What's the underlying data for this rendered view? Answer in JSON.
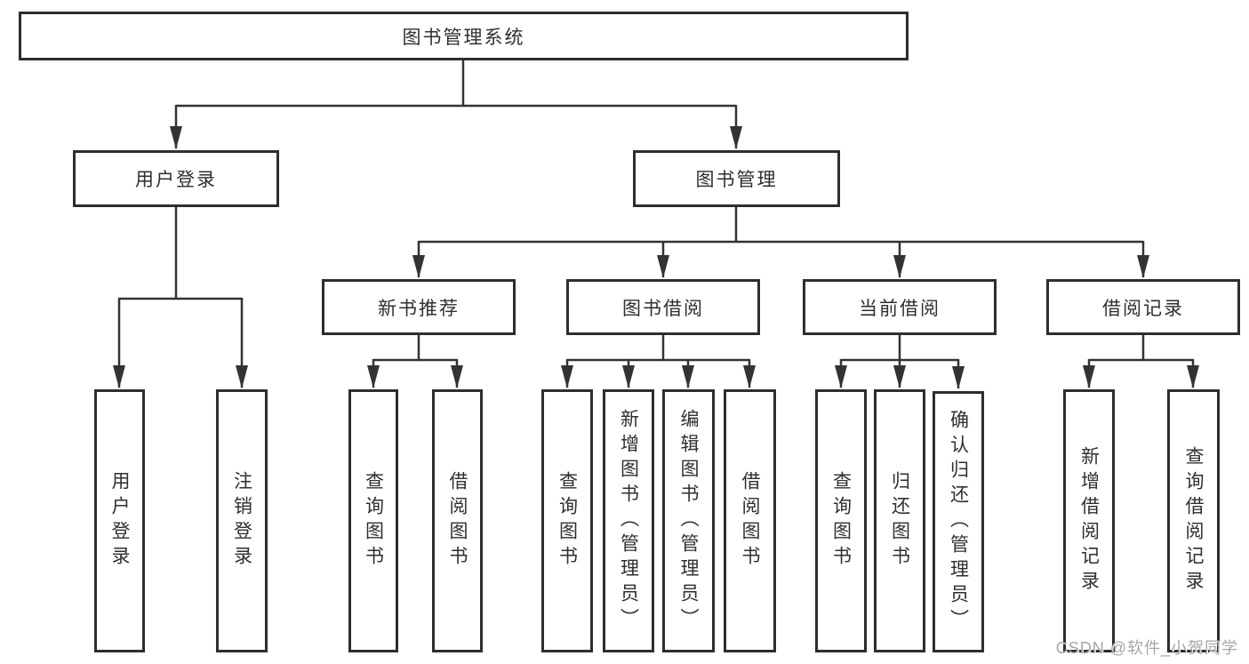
{
  "diagram": {
    "type": "tree",
    "colors": {
      "line": "#333333",
      "box_border": "#2e2e2e",
      "text": "#2f2f2f",
      "background": "#ffffff",
      "watermark": "#a6a6a6"
    },
    "tree": {
      "label": "图书管理系统",
      "children": [
        {
          "label": "用户登录",
          "children": [
            {
              "label": "用户登录"
            },
            {
              "label": "注销登录"
            }
          ]
        },
        {
          "label": "图书管理",
          "children": [
            {
              "label": "新书推荐",
              "children": [
                {
                  "label": "查询图书"
                },
                {
                  "label": "借阅图书"
                }
              ]
            },
            {
              "label": "图书借阅",
              "children": [
                {
                  "label": "查询图书"
                },
                {
                  "label": "新增图书（管理员）"
                },
                {
                  "label": "编辑图书（管理员）"
                },
                {
                  "label": "借阅图书"
                }
              ]
            },
            {
              "label": "当前借阅",
              "children": [
                {
                  "label": "查询图书"
                },
                {
                  "label": "归还图书"
                },
                {
                  "label": "确认归还（管理员）"
                }
              ]
            },
            {
              "label": "借阅记录",
              "children": [
                {
                  "label": "新增借阅记录"
                },
                {
                  "label": "查询借阅记录"
                }
              ]
            }
          ]
        }
      ]
    },
    "watermark": {
      "text": "CSDN @软件_小贺同学"
    }
  }
}
